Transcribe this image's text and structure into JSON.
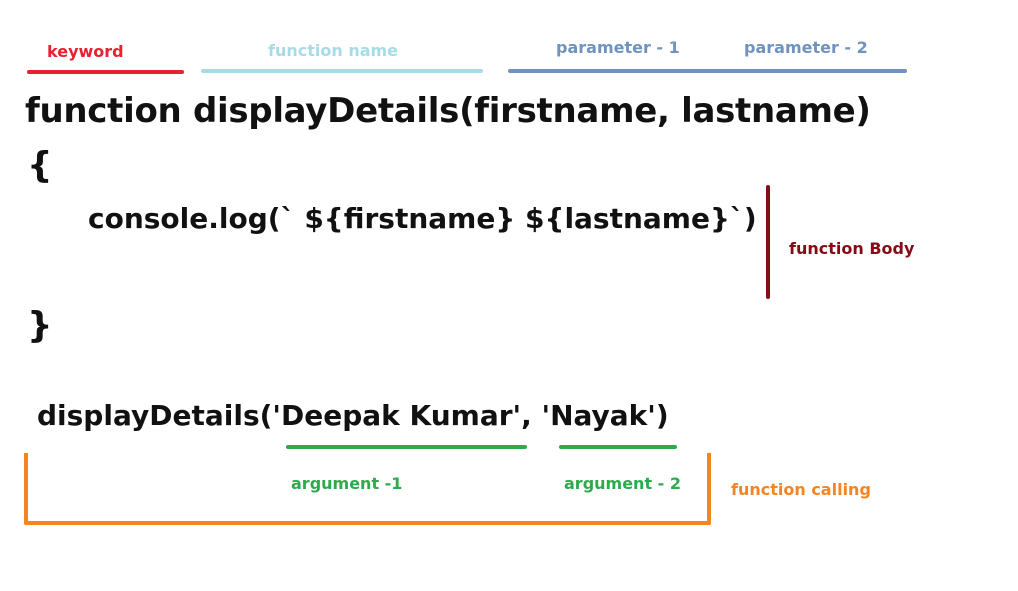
{
  "colors": {
    "keyword": "#e62231",
    "function_name": "#a7dbe7",
    "parameter": "#6f93bd",
    "body": "#870b15",
    "argument": "#2dab4b",
    "calling": "#f58523",
    "code": "#111111"
  },
  "labels": {
    "keyword": "keyword",
    "function_name": "function name",
    "parameter_1": "parameter - 1",
    "parameter_2": "parameter - 2",
    "function_body": "function Body",
    "argument_1": "argument -1",
    "argument_2": "argument - 2",
    "function_calling": "function calling"
  },
  "code": {
    "signature": "function displayDetails(firstname, lastname)",
    "open_brace": "{",
    "body_line": "console.log(` ${firstname} ${lastname}`)",
    "close_brace": "}",
    "call_name": "displayDetails(",
    "call_arg1": "'Deepak Kumar'",
    "call_sep": ", ",
    "call_arg2": "'Nayak'",
    "call_close": ")"
  }
}
